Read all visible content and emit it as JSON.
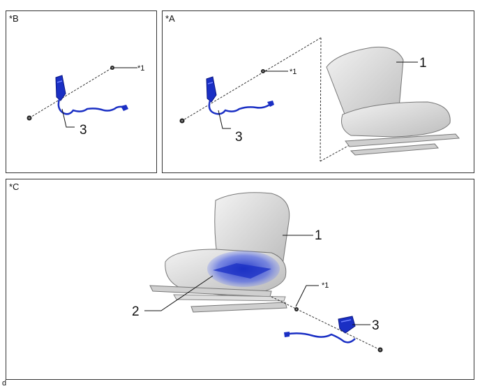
{
  "panels": {
    "b": {
      "label": "*B",
      "callout_part": "3",
      "callout_note": "*1"
    },
    "a": {
      "label": "*A",
      "callout_seat": "1",
      "callout_part": "3",
      "callout_note": "*1"
    },
    "c": {
      "label": "*C",
      "callout_seat": "1",
      "callout_cushion": "2",
      "callout_part": "3",
      "callout_note": "*1"
    }
  },
  "footer_code": "d",
  "colors": {
    "belt_blue": "#1a2fc4",
    "seat_gray": "#d9d9d9",
    "frame": "#333333"
  }
}
